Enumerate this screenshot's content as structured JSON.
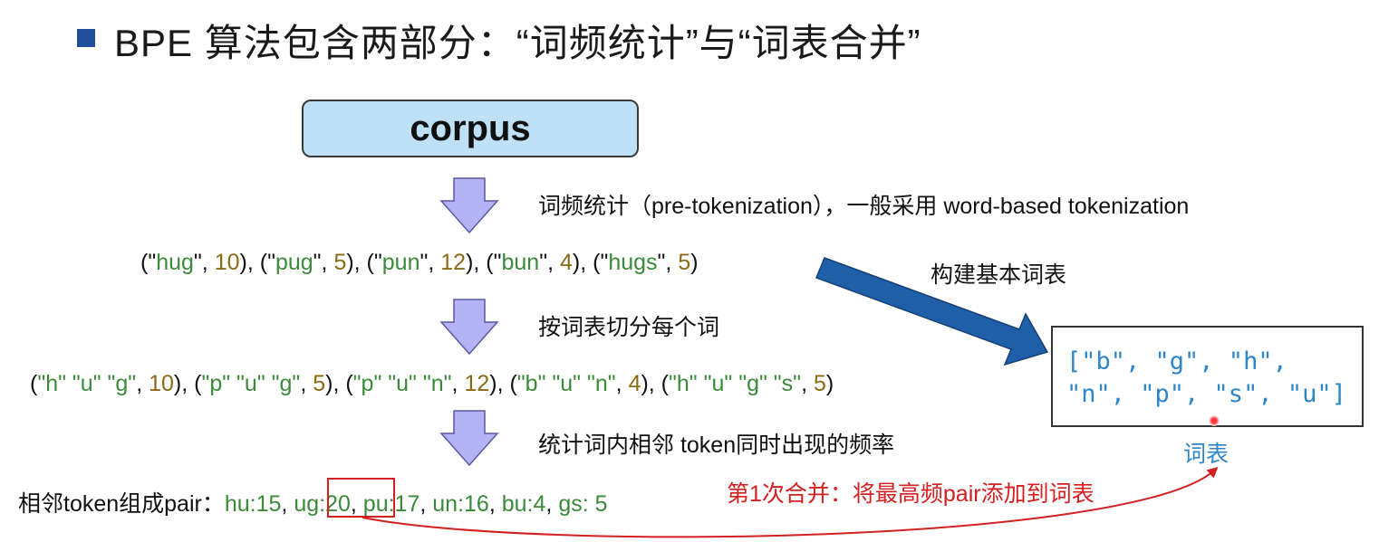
{
  "title": "BPE 算法包含两部分：“词频统计”与“词表合并”",
  "corpus_label": "corpus",
  "steps": {
    "pretokenize": "词频统计（pre-tokenization），一般采用 word-based tokenization",
    "split": "按词表切分每个词",
    "count": "统计词内相邻 token同时出现的频率"
  },
  "build_vocab_label": "构建基本词表",
  "word_freqs": [
    {
      "word": "hug",
      "count": "10"
    },
    {
      "word": "pug",
      "count": "5"
    },
    {
      "word": "pun",
      "count": "12"
    },
    {
      "word": "bun",
      "count": "4"
    },
    {
      "word": "hugs",
      "count": "5"
    }
  ],
  "split_words": [
    {
      "tokens": "\"h\" \"u\" \"g\"",
      "count": "10"
    },
    {
      "tokens": "\"p\" \"u\" \"g\"",
      "count": "5"
    },
    {
      "tokens": "\"p\" \"u\" \"n\"",
      "count": "12"
    },
    {
      "tokens": "\"b\" \"u\" \"n\"",
      "count": "4"
    },
    {
      "tokens": "\"h\" \"u\" \"g\" \"s\"",
      "count": "5"
    }
  ],
  "pairs_label": "相邻token组成pair：",
  "pairs": [
    "hu:15",
    "ug:20",
    "pu:17",
    "un:16",
    "bu:4",
    "gs: 5"
  ],
  "vocab": {
    "line1": "[\"b\", \"g\", \"h\",",
    "line2": "\"n\", \"p\", \"s\", \"u\"]",
    "caption": "词表"
  },
  "merge_note": "第1次合并：将最高频pair添加到词表",
  "colors": {
    "bullet": "#1f4e9a",
    "corpus_fill": "#bfe1f8",
    "down_arrow": "#b3b3f5",
    "diag_arrow": "#1f5fa8",
    "string_green": "#3a8a3a",
    "number_brown": "#8a6a14",
    "vocab_blue": "#2e86c8",
    "highlight_red": "#d32020"
  }
}
